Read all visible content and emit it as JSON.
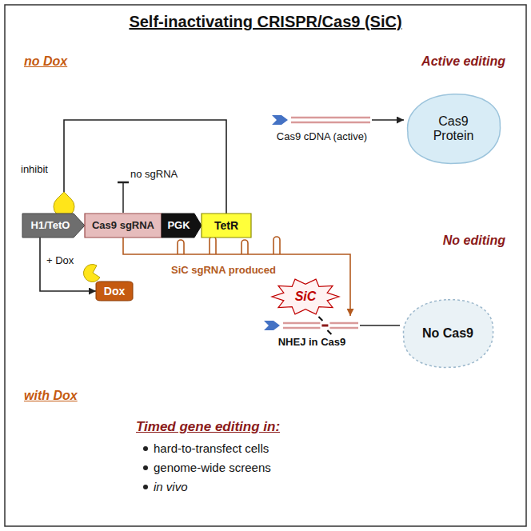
{
  "diagram": {
    "title": "Self-inactivating CRISPR/Cas9 (SiC)",
    "nodes": [
      {
        "text": [
          "no Dox",
          "Active editing"
        ]
      },
      {
        "text": [
          "with Dox",
          "No editing"
        ]
      },
      {
        "text": [
          "H1/TetO"
        ]
      },
      {
        "text": [
          "Cas9 sgRNA"
        ]
      },
      {
        "text": [
          "PGK"
        ]
      },
      {
        "text": [
          "TetR"
        ]
      },
      {
        "text": [
          "Cas9 cDNA (active)"
        ],
        "in": 0
      },
      {
        "text": [
          "Cas9 Protein"
        ],
        "in": 0
      },
      {
        "text": [
          "Dox"
        ],
        "in": 1
      },
      {
        "text": [
          "SiC"
        ],
        "in": 1
      },
      {
        "text": [
          "NHEJ in Cas9"
        ],
        "in": 1
      },
      {
        "text": [
          "No Cas9"
        ],
        "in": 1
      }
    ],
    "edges": [
      {
        "from": 5,
        "to": 2,
        "arrow": "to"
      },
      {
        "from": 6,
        "to": 7,
        "arrow": "to"
      },
      {
        "from": 2,
        "to": 8,
        "arrow": "to"
      },
      {
        "from": 3,
        "to": 10,
        "arrow": "to"
      },
      {
        "from": 10,
        "to": 11,
        "arrow": "none"
      }
    ],
    "labels": [
      "inhibit",
      "no sgRNA",
      "+ Dox",
      "SiC sgRNA produced",
      "Timed gene editing in:",
      "hard-to-transfect cells",
      "genome-wide screens",
      "in vivo"
    ]
  }
}
